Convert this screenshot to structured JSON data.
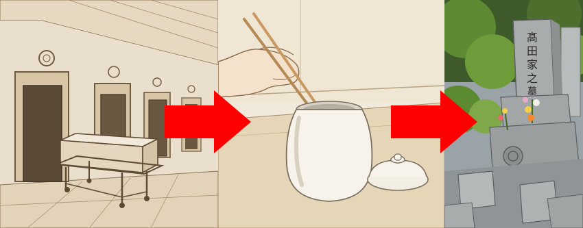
{
  "flow": {
    "steps": [
      {
        "id": "cremation",
        "icon": "cremation-hall-coffin-sketch"
      },
      {
        "id": "bone-collection",
        "icon": "chopsticks-urn-sketch"
      },
      {
        "id": "burial",
        "icon": "family-grave-photo"
      }
    ],
    "arrow_color": "#ff0000",
    "grave_inscription": "髙田家之墓"
  }
}
